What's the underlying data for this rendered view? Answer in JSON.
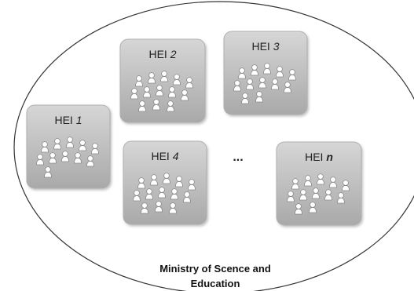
{
  "boundary": {
    "caption_line1": "Ministry of Scence and",
    "caption_line2": "Education"
  },
  "ellipsis": "...",
  "institutions": [
    {
      "id": "hei-1",
      "prefix": "HEI ",
      "number": "1",
      "bold_number": false,
      "people_count": 11
    },
    {
      "id": "hei-2",
      "prefix": "HEI ",
      "number": "2",
      "bold_number": false,
      "people_count": 13
    },
    {
      "id": "hei-3",
      "prefix": "HEI ",
      "number": "3",
      "bold_number": false,
      "people_count": 12
    },
    {
      "id": "hei-4",
      "prefix": "HEI ",
      "number": "4",
      "bold_number": false,
      "people_count": 13
    },
    {
      "id": "hei-n",
      "prefix": "HEI ",
      "number": "n",
      "bold_number": true,
      "people_count": 12
    }
  ],
  "colors": {
    "box_fill_top": "#d6d6d6",
    "box_fill_bottom": "#a9a9a9",
    "box_stroke": "#b0b0b0",
    "boundary_stroke": "#333333",
    "person_fill": "#ffffff",
    "person_stroke": "#8a8a8a"
  }
}
